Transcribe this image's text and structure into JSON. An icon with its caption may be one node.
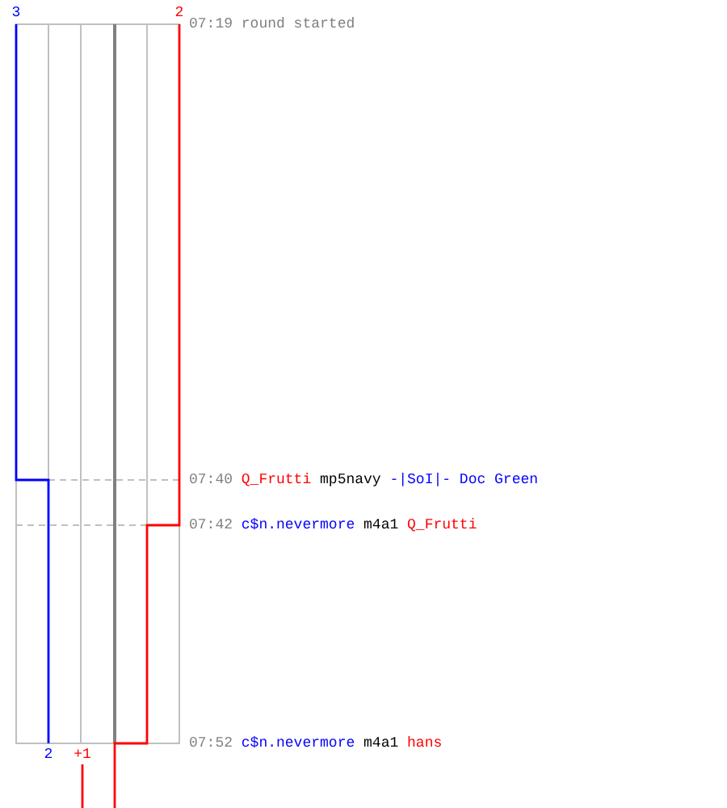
{
  "diagram": {
    "labels": [
      "3",
      "2",
      "07:19",
      "round started",
      "07:40",
      "Q_Frutti",
      "mp5navy",
      "-|SoI|- Doc Green",
      "07:42",
      "c$n.nevermore",
      "m4a1",
      "Q_Frutti",
      "07:52",
      "c$n.nevermore",
      "m4a1",
      "hans",
      "2",
      "+1"
    ]
  }
}
